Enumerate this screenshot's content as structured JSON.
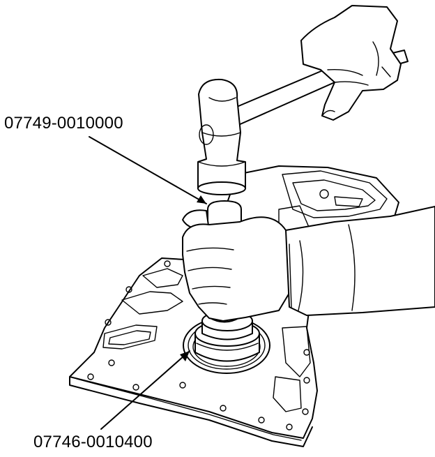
{
  "figure": {
    "callouts": [
      {
        "id": "tool-driver",
        "label": "07749-0010000"
      },
      {
        "id": "tool-attachment",
        "label": "07746-0010400"
      }
    ],
    "ink_color": "#000000",
    "background_color": "#ffffff"
  }
}
